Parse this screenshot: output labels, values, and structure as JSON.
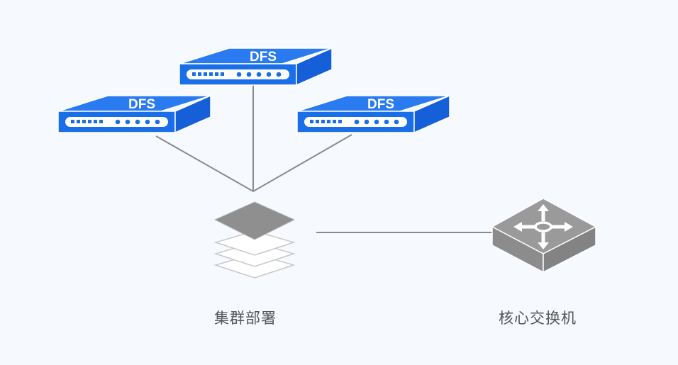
{
  "colors": {
    "background": "#f6f9fe",
    "device_blue": "#1a6fe8",
    "device_blue_dark": "#0d4fc4",
    "line_gray": "#8a8a8a",
    "switch_gray": "#9a9a9a"
  },
  "nodes": {
    "servers": [
      {
        "id": "dfs-top",
        "label": "DFS"
      },
      {
        "id": "dfs-left",
        "label": "DFS"
      },
      {
        "id": "dfs-right",
        "label": "DFS"
      }
    ],
    "cluster": {
      "label": "集群部署",
      "icon": "layers-icon"
    },
    "switch": {
      "label": "核心交换机",
      "icon": "switch-icon"
    }
  },
  "edges": [
    {
      "from": "dfs-left",
      "to": "cluster"
    },
    {
      "from": "dfs-top",
      "to": "cluster"
    },
    {
      "from": "dfs-right",
      "to": "cluster"
    },
    {
      "from": "cluster",
      "to": "switch"
    }
  ]
}
